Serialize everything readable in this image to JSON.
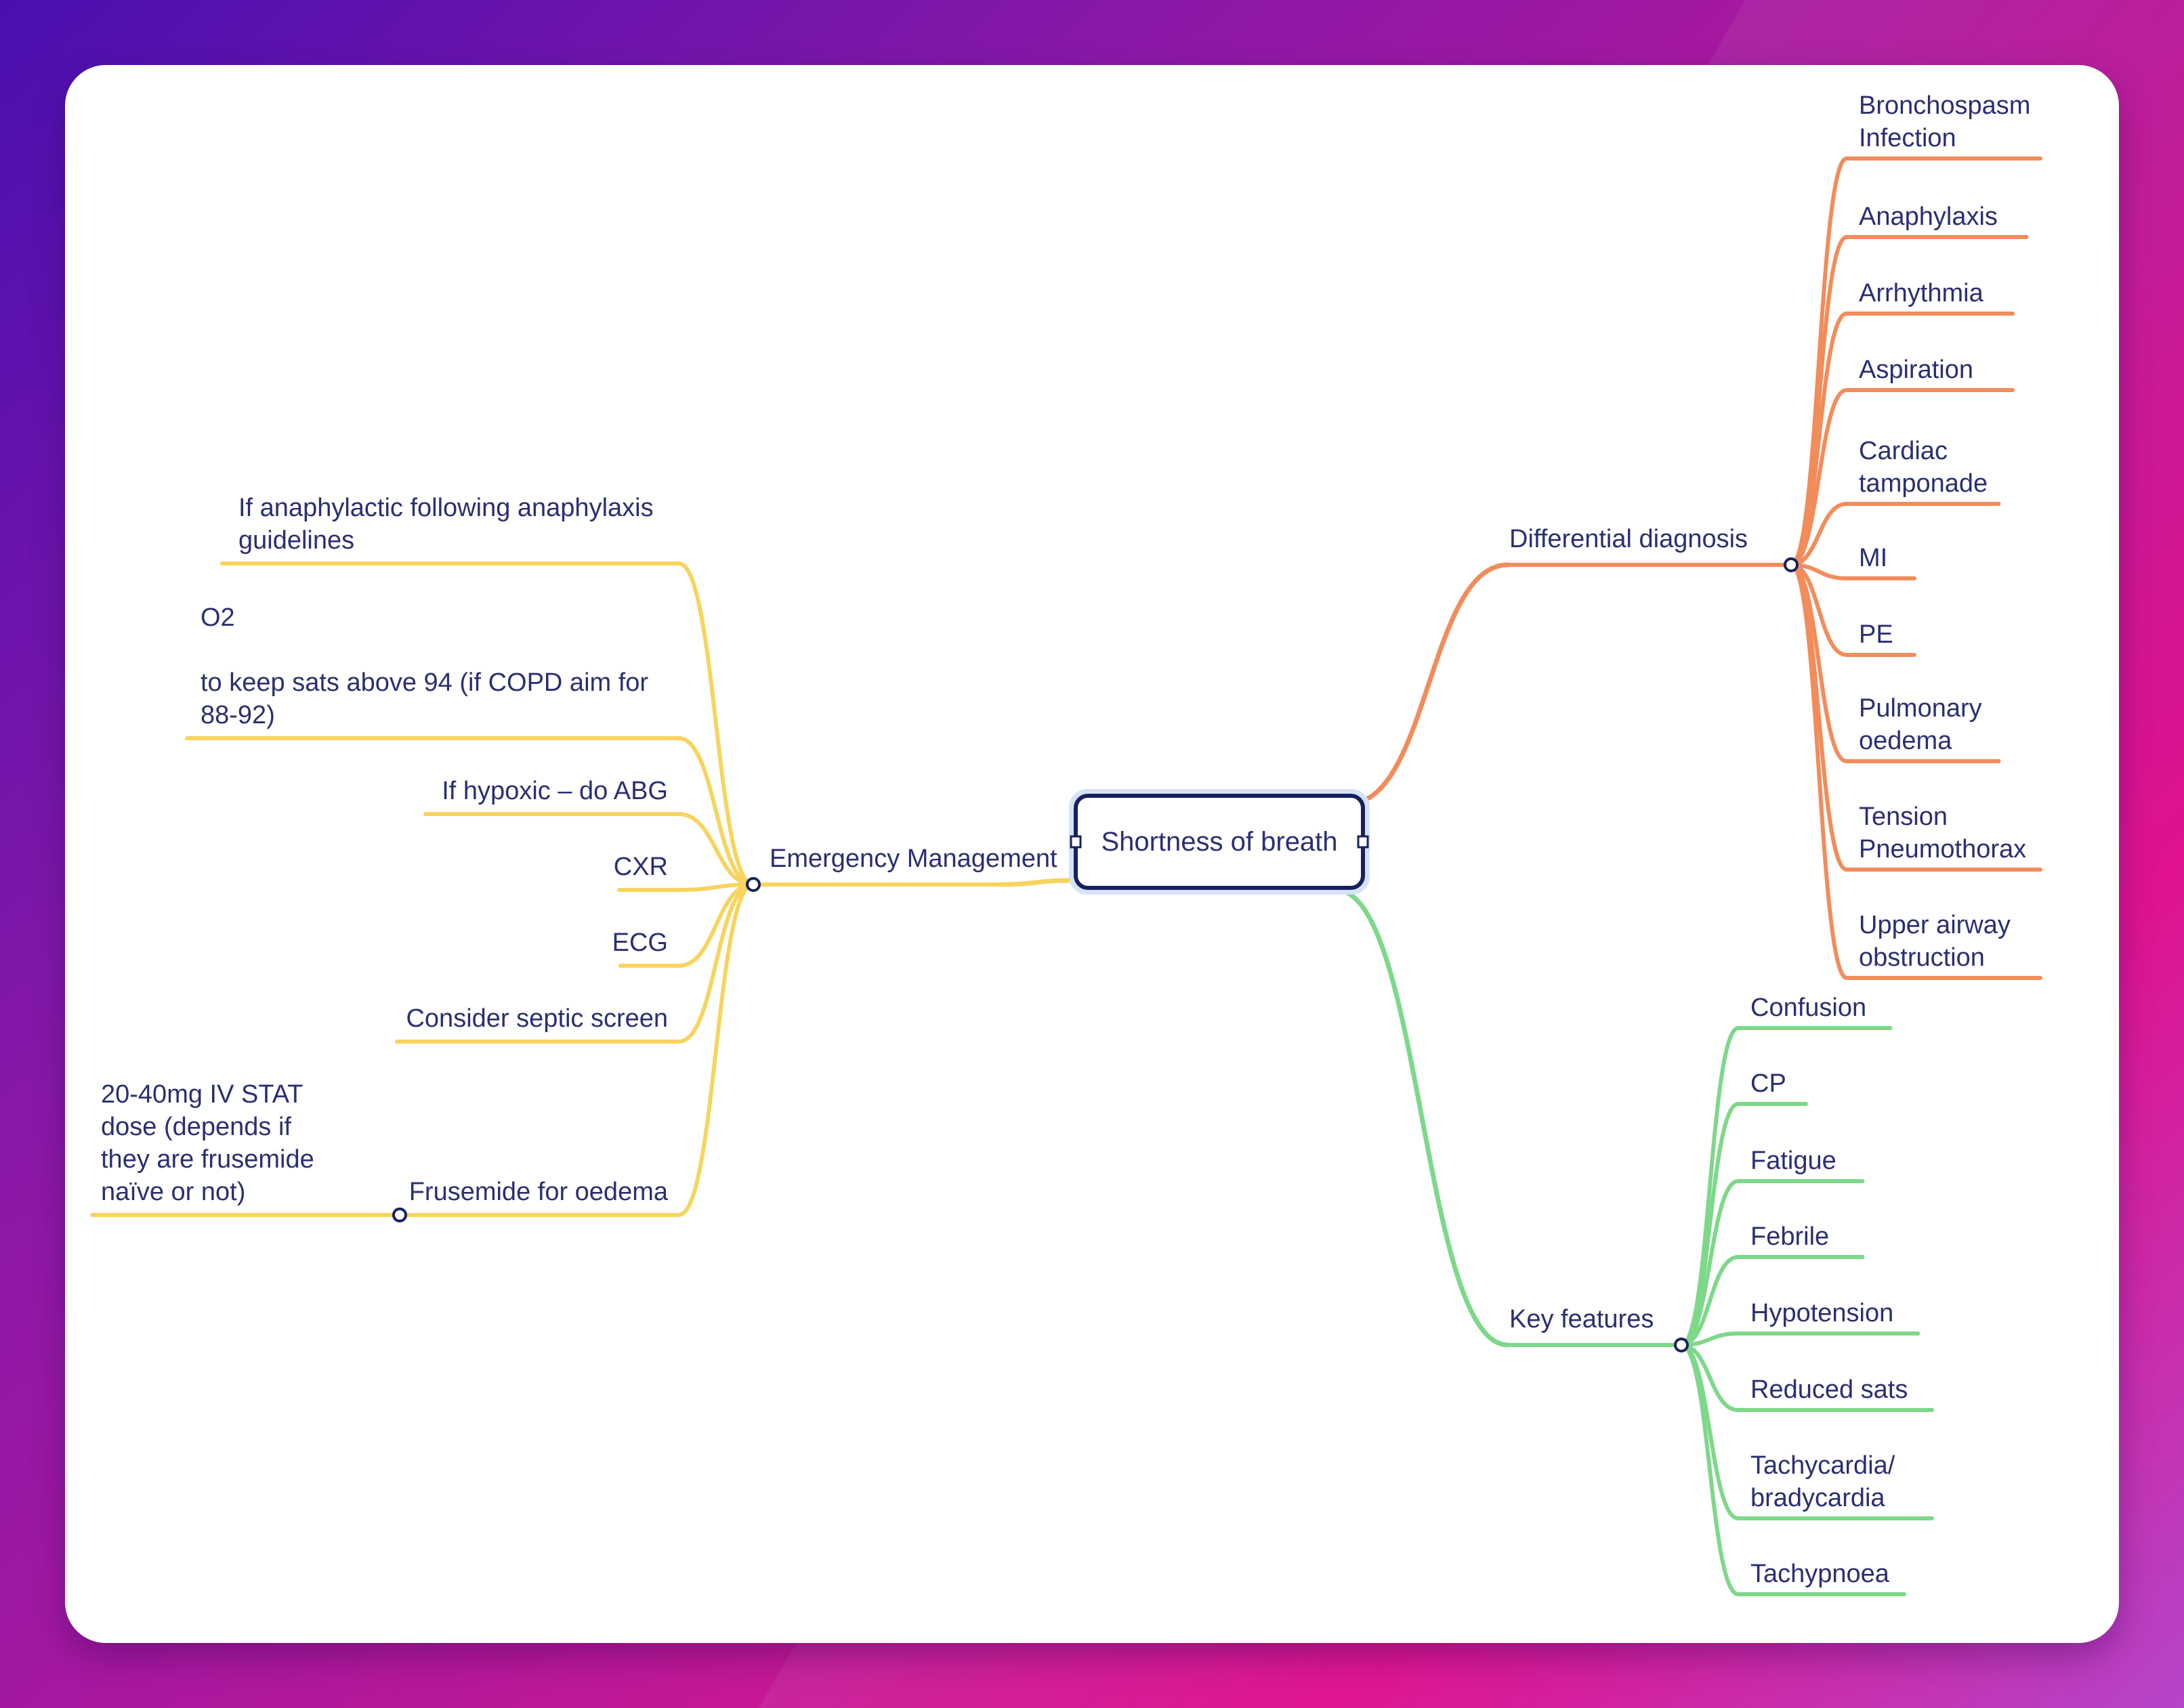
{
  "root": {
    "label": "Shortness of breath"
  },
  "colors": {
    "differential": "#f28c5a",
    "key_features": "#7ed88a",
    "emergency": "#f7d45e",
    "text": "#2a2f72",
    "root_border": "#17215e"
  },
  "branches": {
    "differential": {
      "label": "Differential diagnosis",
      "items": [
        {
          "lines": [
            "Bronchospasm",
            "Infection"
          ]
        },
        {
          "lines": [
            "Anaphylaxis"
          ]
        },
        {
          "lines": [
            "Arrhythmia"
          ]
        },
        {
          "lines": [
            "Aspiration"
          ]
        },
        {
          "lines": [
            "Cardiac",
            "tamponade"
          ]
        },
        {
          "lines": [
            "MI"
          ]
        },
        {
          "lines": [
            "PE"
          ]
        },
        {
          "lines": [
            "Pulmonary",
            "oedema"
          ]
        },
        {
          "lines": [
            "Tension",
            "Pneumothorax"
          ]
        },
        {
          "lines": [
            "Upper airway",
            "obstruction"
          ]
        }
      ]
    },
    "key_features": {
      "label": "Key features",
      "items": [
        {
          "lines": [
            "Confusion"
          ]
        },
        {
          "lines": [
            "CP"
          ]
        },
        {
          "lines": [
            "Fatigue"
          ]
        },
        {
          "lines": [
            "Febrile"
          ]
        },
        {
          "lines": [
            "Hypotension"
          ]
        },
        {
          "lines": [
            "Reduced sats"
          ]
        },
        {
          "lines": [
            "Tachycardia/",
            "bradycardia"
          ]
        },
        {
          "lines": [
            "Tachypnoea"
          ]
        }
      ]
    },
    "emergency": {
      "label": "Emergency Management",
      "items": [
        {
          "lines": [
            "If anaphylactic following anaphylaxis",
            "guidelines"
          ]
        },
        {
          "lines": [
            "O2",
            "",
            "to keep sats above 94 (if COPD aim for",
            "88-92)"
          ]
        },
        {
          "lines": [
            "If hypoxic – do ABG"
          ]
        },
        {
          "lines": [
            "CXR"
          ]
        },
        {
          "lines": [
            "ECG"
          ]
        },
        {
          "lines": [
            "Consider septic screen"
          ]
        },
        {
          "lines": [
            "Frusemide for oedema"
          ],
          "child": {
            "lines": [
              "20-40mg IV STAT",
              "dose (depends if",
              "they are frusemide",
              "naïve or not)"
            ]
          }
        }
      ]
    }
  }
}
